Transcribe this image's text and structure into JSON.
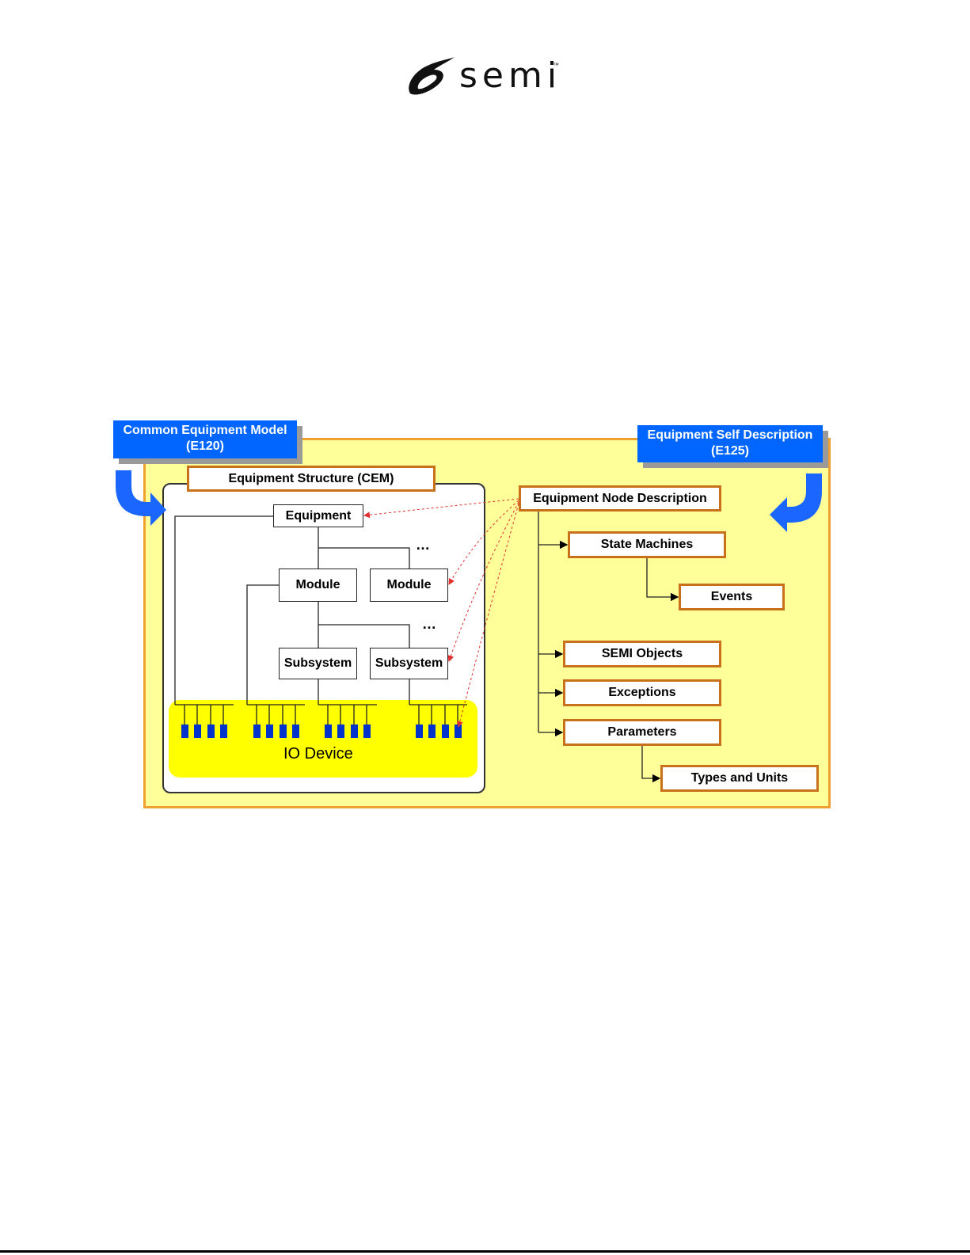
{
  "logo": {
    "text": "semi",
    "tm": "™"
  },
  "callouts": {
    "cem": {
      "line1": "Common Equipment Model",
      "line2": "(E120)"
    },
    "esd": {
      "line1": "Equipment Self Description",
      "line2": "(E125)"
    }
  },
  "cem": {
    "title": "Equipment Structure (CEM)",
    "equipment": "Equipment",
    "module1": "Module",
    "module2": "Module",
    "subsystem1": "Subsystem",
    "subsystem2": "Subsystem",
    "ellipsis1": "…",
    "ellipsis2": "…",
    "io_device": "IO Device"
  },
  "esd": {
    "title": "Equipment Node Description",
    "state_machines": "State Machines",
    "events": "Events",
    "semi_objects": "SEMI Objects",
    "exceptions": "Exceptions",
    "parameters": "Parameters",
    "types_units": "Types and Units"
  },
  "colors": {
    "panel": "#ffff99",
    "panel_border": "#f0a030",
    "io_area": "#ffff00",
    "callout": "#0066ff",
    "orange_box_border": "#c8701a",
    "io_block": "#0033cc",
    "link_dashed": "#e03030"
  }
}
